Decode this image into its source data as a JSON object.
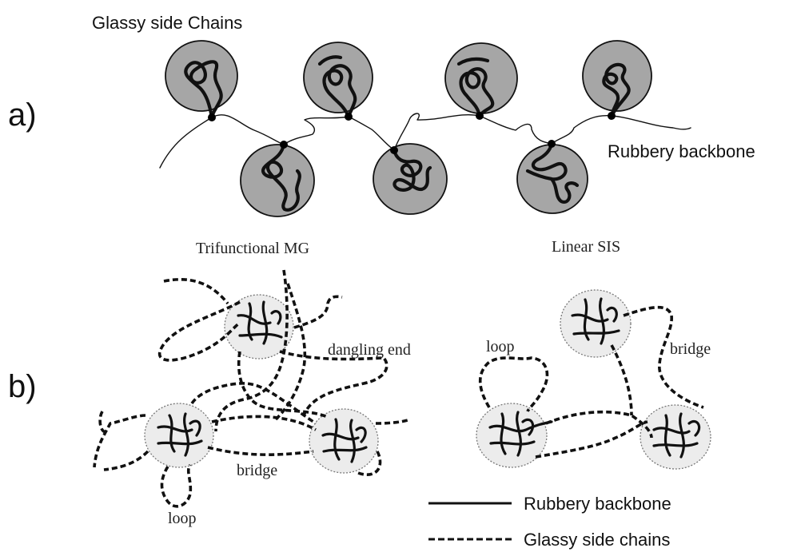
{
  "panel_a": {
    "marker": "a)",
    "glassy_label": "Glassy side Chains",
    "rubbery_label": "Rubbery backbone"
  },
  "panel_b": {
    "marker": "b)",
    "left": {
      "title": "Trifunctional MG",
      "dangling_label": "dangling end",
      "bridge_label": "bridge",
      "loop_label": "loop"
    },
    "right": {
      "title": "Linear SIS",
      "loop_label": "loop",
      "bridge_label": "bridge"
    }
  },
  "legend": {
    "solid_label": "Rubbery backbone",
    "dashed_label": "Glassy side chains"
  }
}
